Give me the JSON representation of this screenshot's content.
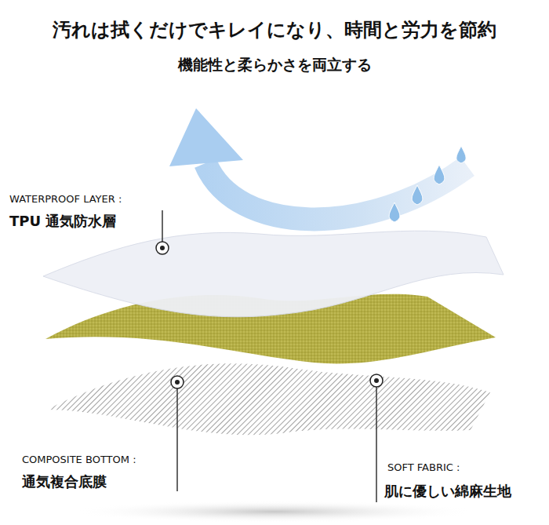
{
  "diagram": {
    "title": "汚れは拭くだけでキレイになり、時間と労力を節約",
    "labels": [
      "機能性と柔らかさを両立する",
      "WATERPROOF LAYER :",
      "TPU 通気防水層",
      "COMPOSITE BOTTOM :",
      "通気複合底膜",
      "SOFT FABRIC :",
      "肌に優しい綿麻生地"
    ]
  }
}
